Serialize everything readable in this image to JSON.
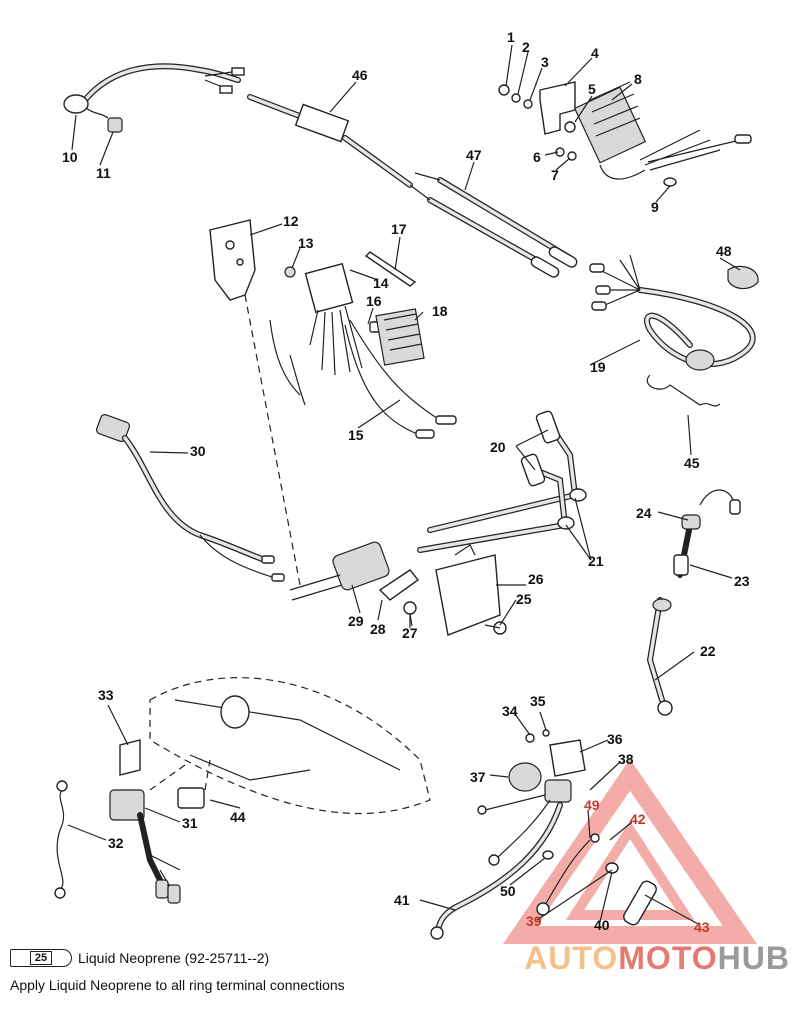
{
  "callouts": [
    {
      "num": "1"
    },
    {
      "num": "2"
    },
    {
      "num": "3"
    },
    {
      "num": "4"
    },
    {
      "num": "5"
    },
    {
      "num": "6"
    },
    {
      "num": "7"
    },
    {
      "num": "8"
    },
    {
      "num": "9"
    },
    {
      "num": "10"
    },
    {
      "num": "11"
    },
    {
      "num": "12"
    },
    {
      "num": "13"
    },
    {
      "num": "14"
    },
    {
      "num": "15"
    },
    {
      "num": "16"
    },
    {
      "num": "17"
    },
    {
      "num": "18"
    },
    {
      "num": "19"
    },
    {
      "num": "20"
    },
    {
      "num": "21"
    },
    {
      "num": "22"
    },
    {
      "num": "23"
    },
    {
      "num": "24"
    },
    {
      "num": "25"
    },
    {
      "num": "25"
    },
    {
      "num": "26"
    },
    {
      "num": "27"
    },
    {
      "num": "28"
    },
    {
      "num": "29"
    },
    {
      "num": "30"
    },
    {
      "num": "31"
    },
    {
      "num": "32"
    },
    {
      "num": "33"
    },
    {
      "num": "34"
    },
    {
      "num": "35"
    },
    {
      "num": "36"
    },
    {
      "num": "37"
    },
    {
      "num": "38"
    },
    {
      "num": "39"
    },
    {
      "num": "40"
    },
    {
      "num": "41"
    },
    {
      "num": "42"
    },
    {
      "num": "43"
    },
    {
      "num": "44"
    },
    {
      "num": "45"
    },
    {
      "num": "46"
    },
    {
      "num": "47"
    },
    {
      "num": "48"
    },
    {
      "num": "49"
    },
    {
      "num": "50"
    }
  ],
  "legend": {
    "tube_number": "25",
    "sealant_label": "Liquid Neoprene (92-25711--2)",
    "instruction": "Apply Liquid Neoprene to all ring terminal connections"
  },
  "watermark": {
    "part1": "AUTO",
    "part2": "MOTO",
    "part3": "HUB",
    "colors": {
      "part1": "#f3c18a",
      "part2": "#e57a72",
      "part3": "#9a9a9a",
      "triangle": "#f08a84"
    }
  }
}
